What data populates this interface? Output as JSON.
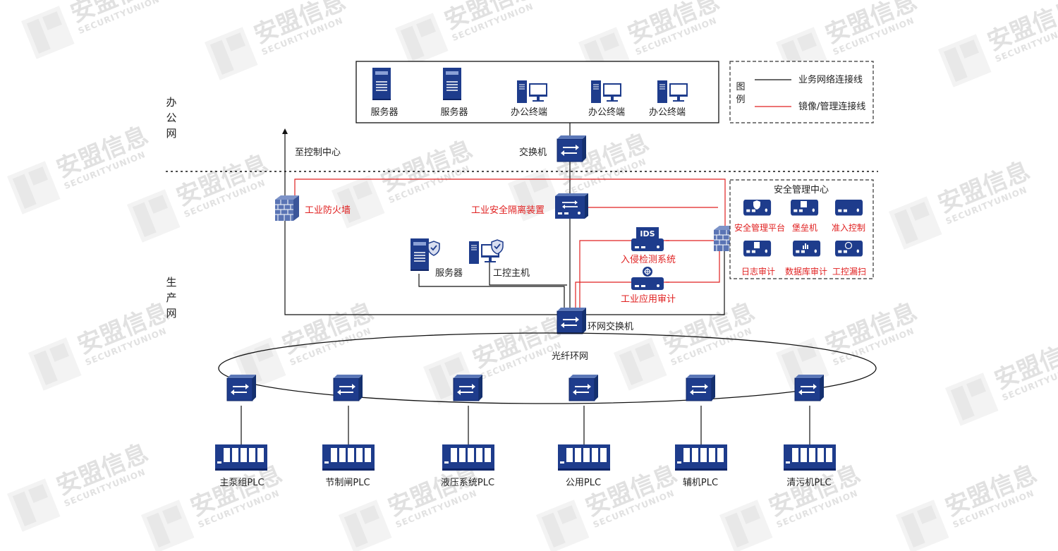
{
  "watermark": {
    "brand": "安盟信息",
    "sub": "SECURITYUNION"
  },
  "zones": {
    "office": [
      "办",
      "公",
      "网"
    ],
    "production": [
      "生",
      "产",
      "网"
    ]
  },
  "office_devices": [
    {
      "label": "服务器",
      "icon": "server-tower-icon"
    },
    {
      "label": "服务器",
      "icon": "server-tower-icon"
    },
    {
      "label": "办公终端",
      "icon": "desktop-terminal-icon"
    },
    {
      "label": "办公终端",
      "icon": "desktop-terminal-icon"
    },
    {
      "label": "办公终端",
      "icon": "desktop-terminal-icon"
    }
  ],
  "office_switch": "交换机",
  "to_control_center": "至控制中心",
  "legend": {
    "title": [
      "图",
      "例"
    ],
    "items": [
      {
        "label": "业务网络连接线",
        "color": "#111111"
      },
      {
        "label": "镜像/管理连接线",
        "color": "#e02020"
      }
    ]
  },
  "firewall_label": "工业防火墙",
  "isolation_label": "工业安全隔离装置",
  "ids_badge": "IDS",
  "ids_label": "入侵检测系统",
  "audit_label": "工业应用审计",
  "server_label": "服务器",
  "workstation_label": "工控主机",
  "ring_switch_label": "环网交换机",
  "ring_label": "光纤环网",
  "security_center": {
    "title": "安全管理中心",
    "items": [
      "安全管理平台",
      "堡垒机",
      "准入控制",
      "日志审计",
      "数据库审计",
      "工控漏扫"
    ]
  },
  "plcs": [
    "主泵组PLC",
    "节制闸PLC",
    "液压系统PLC",
    "公用PLC",
    "辅机PLC",
    "清污机PLC"
  ],
  "colors": {
    "device_blue": "#1e3c8c",
    "red_line": "#e02020",
    "black_line": "#111111"
  }
}
